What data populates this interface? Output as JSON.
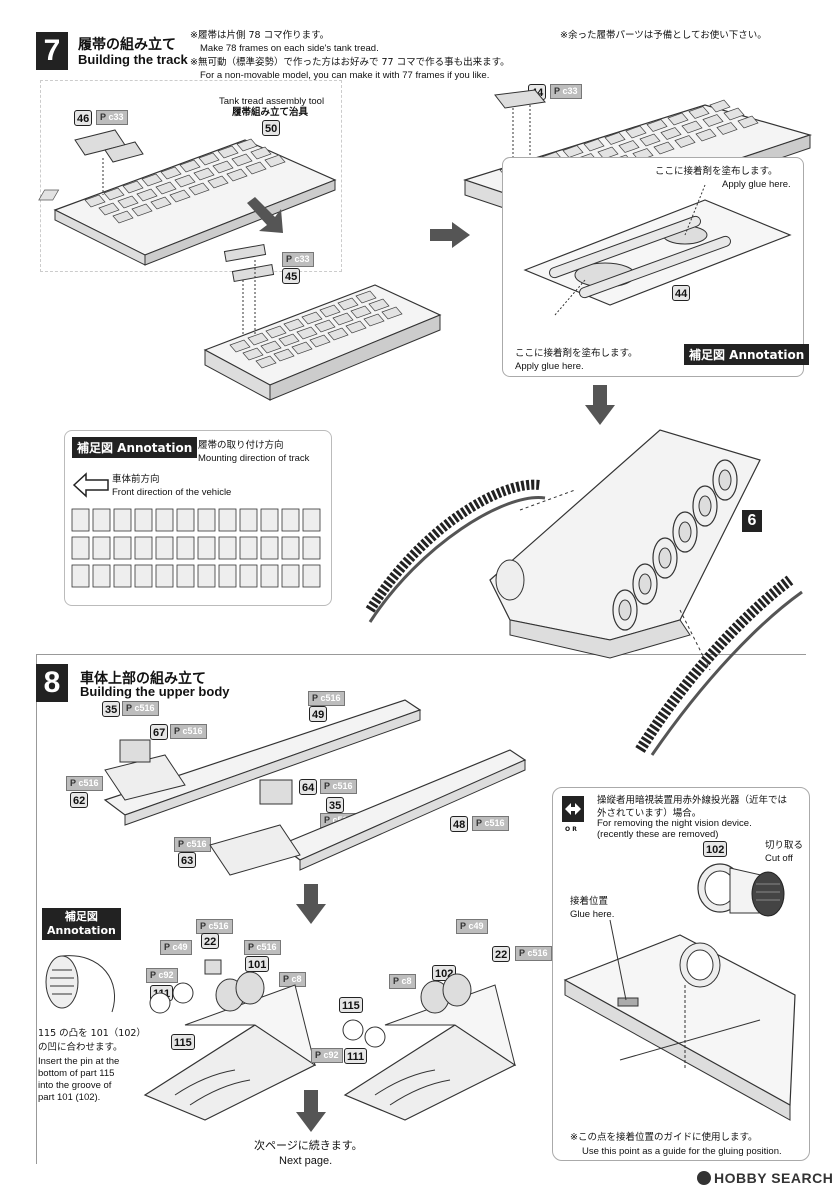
{
  "step7": {
    "number": "7",
    "title_jp": "履帯の組み立て",
    "title_en": "Building the track",
    "note1_jp": "※履帯は片側 78 コマ作ります。",
    "note1_en": "Make 78 frames on each side's tank tread.",
    "note2_jp": "※無可動（標準姿勢）で作った方はお好みで 77 コマで作る事も出来ます。",
    "note2_en": "For a non-movable model, you can make it with 77 frames if you like.",
    "note3_jp": "※余った履帯パーツは予備としてお使い下さい。",
    "tool_en": "Tank tread assembly tool",
    "tool_jp": "履帯組み立て治具",
    "tool_part": "50",
    "part46": "46",
    "part45": "45",
    "part44a": "44",
    "part44b": "44",
    "sprue_c33_a": "c33",
    "sprue_c33_b": "c33",
    "sprue_c33_c": "c33",
    "glue_jp_1": "ここに接着剤を塗布します。",
    "glue_en_1": "Apply glue here.",
    "glue_jp_2": "ここに接着剤を塗布します。",
    "glue_en_2": "Apply glue here.",
    "annotation_label_1": "補足図 Annotation",
    "annotation_label_2": "補足図 Annotation",
    "mount_jp": "履帯の取り付け方向",
    "mount_en": "Mounting direction of track",
    "front_jp": "車体前方向",
    "front_en": "Front direction of the vehicle",
    "ref_step": "6"
  },
  "step8": {
    "number": "8",
    "title_jp": "車体上部の組み立て",
    "title_en": "Building the upper body",
    "parts": {
      "p35a": "35",
      "p67": "67",
      "p62": "62",
      "p63": "63",
      "p49": "49",
      "p64": "64",
      "p35b": "35",
      "p48": "48",
      "p22a": "22",
      "p101": "101",
      "p111a": "111",
      "p115a": "115",
      "p115b": "115",
      "p111b": "111",
      "p102": "102",
      "p22b": "22",
      "p102b": "102"
    },
    "sprues": {
      "s35": "c516",
      "s67": "c516",
      "s62": "c516",
      "s49": "c516",
      "s64": "c516",
      "s35b": "c516",
      "s48": "c516",
      "s63": "c516",
      "sA1": "c516",
      "sA2": "c49",
      "sA3": "c516",
      "sA4": "c92",
      "sA5": "c8",
      "sB1": "c49",
      "sB2": "c8",
      "sB3": "c516",
      "sB4": "c92"
    },
    "ann_label": "補足図",
    "ann_label_en": "Annotation",
    "pin_jp_1": "115 の凸を 101（102）",
    "pin_jp_2": "の凹に合わせます。",
    "pin_en": "Insert the pin at the bottom of part 115 into the groove of part 101 (102).",
    "nv_jp_1": "操縦者用暗視装置用赤外線投光器（近年では",
    "nv_jp_2": "外されています）場合。",
    "nv_en_1": "For removing the night vision device.",
    "nv_en_2": "(recently these are removed)",
    "or_text": "O R",
    "cut_jp": "切り取る",
    "cut_en": "Cut off",
    "glue_jp": "接着位置",
    "glue_en": "Glue here.",
    "guide_jp": "※この点を接着位置のガイドに使用します。",
    "guide_en": "Use this point as a guide for the gluing position.",
    "next_jp": "次ページに続きます。",
    "next_en": "Next page."
  },
  "watermark": "HOBBY SEARCH"
}
